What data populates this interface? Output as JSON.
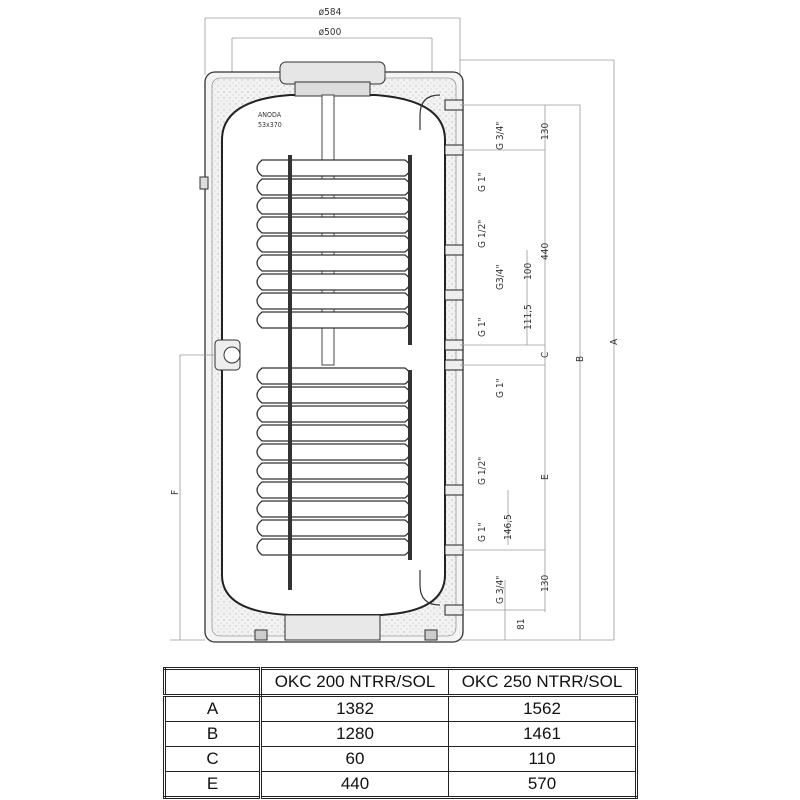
{
  "drawing": {
    "outer_diameter": "ø584",
    "inner_diameter": "ø500",
    "anode_label": "ANODA",
    "anode_size": "53x370",
    "connections": [
      "G 3/4\"",
      "G 1\"",
      "G 1/2\"",
      "G3/4\"",
      "G 1\"",
      "G 1\"",
      "G 1/2\"",
      "G 1\"",
      "G 3/4\""
    ],
    "dimensions": {
      "top_130": "130",
      "d440": "440",
      "d100": "100",
      "d111_5": "111,5",
      "C": "C",
      "B": "B",
      "A": "A",
      "E": "E",
      "d146_5": "146,5",
      "bottom_130": "130",
      "d81": "81",
      "F": "F"
    }
  },
  "table": {
    "headers": [
      "",
      "OKC 200 NTRR/SOL",
      "OKC 250 NTRR/SOL"
    ],
    "rows": [
      [
        "A",
        "1382",
        "1562"
      ],
      [
        "B",
        "1280",
        "1461"
      ],
      [
        "C",
        "60",
        "110"
      ],
      [
        "E",
        "440",
        "570"
      ]
    ]
  }
}
